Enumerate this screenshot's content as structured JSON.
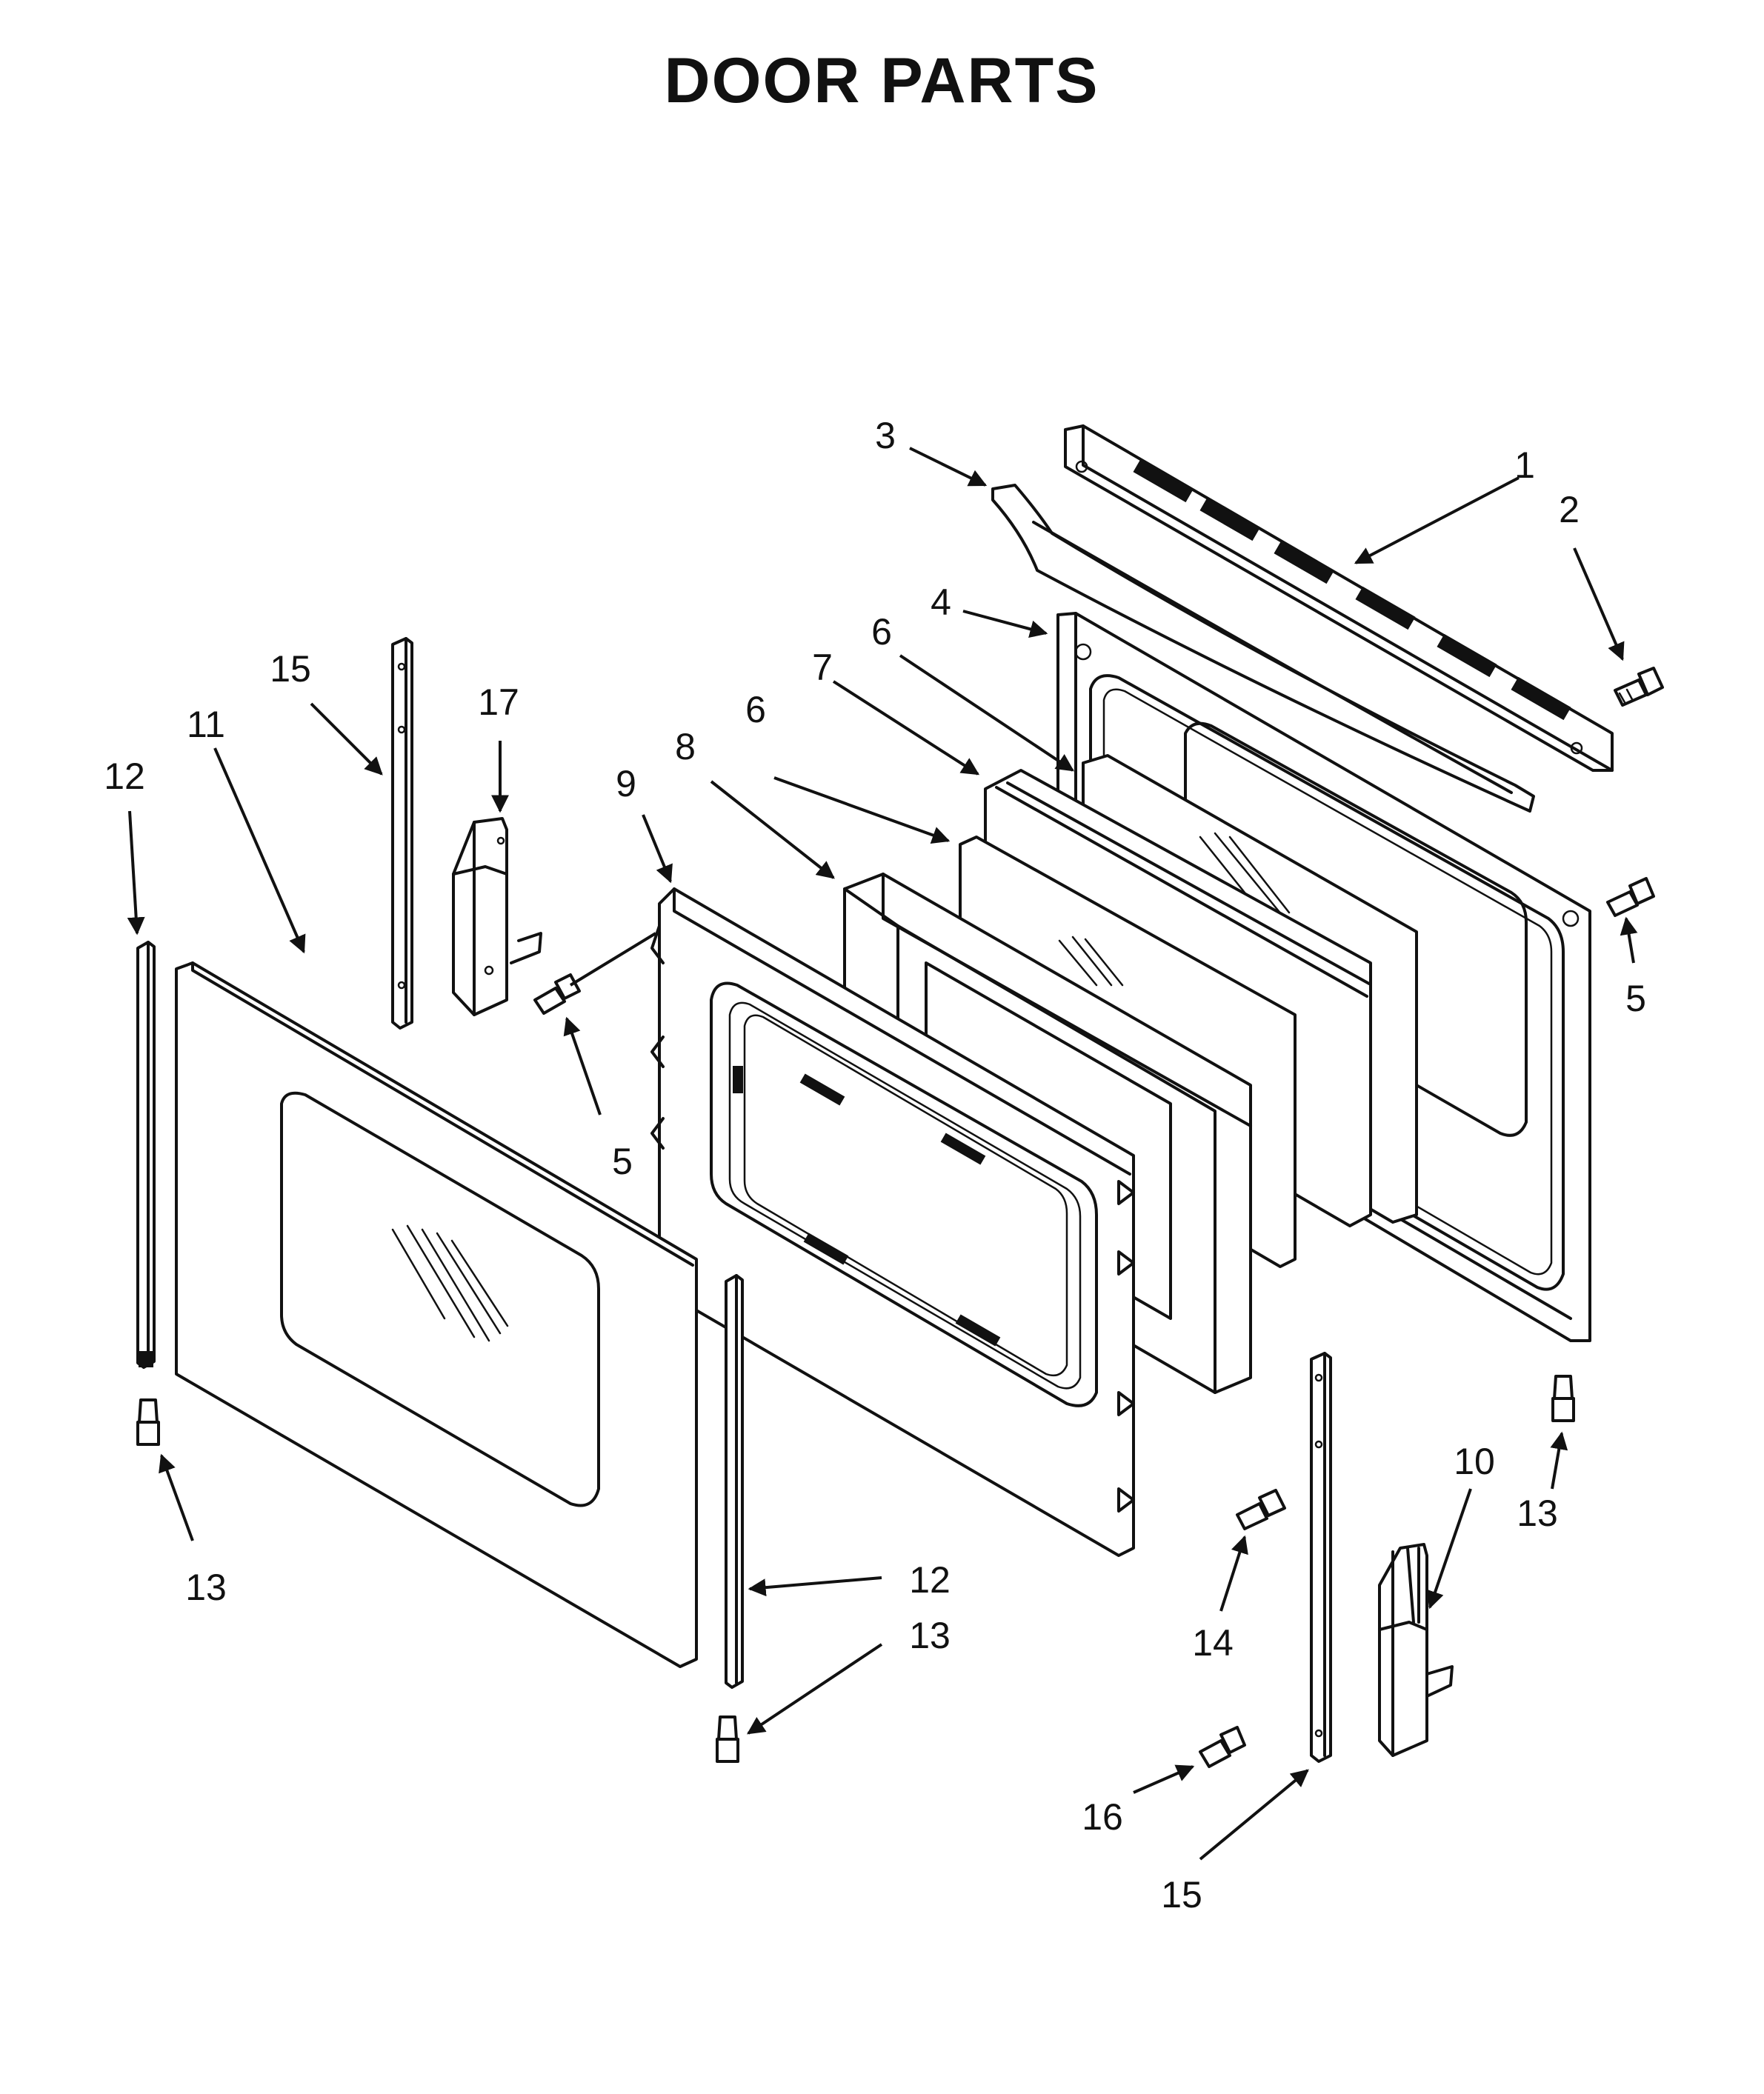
{
  "title": "DOOR PARTS",
  "callouts": [
    {
      "id": "c1",
      "label": "1"
    },
    {
      "id": "c2",
      "label": "2"
    },
    {
      "id": "c3",
      "label": "3"
    },
    {
      "id": "c4",
      "label": "4"
    },
    {
      "id": "c5a",
      "label": "5"
    },
    {
      "id": "c5b",
      "label": "5"
    },
    {
      "id": "c6a",
      "label": "6"
    },
    {
      "id": "c6b",
      "label": "6"
    },
    {
      "id": "c7",
      "label": "7"
    },
    {
      "id": "c8",
      "label": "8"
    },
    {
      "id": "c9",
      "label": "9"
    },
    {
      "id": "c10",
      "label": "10"
    },
    {
      "id": "c11",
      "label": "11"
    },
    {
      "id": "c12a",
      "label": "12"
    },
    {
      "id": "c12b",
      "label": "12"
    },
    {
      "id": "c13a",
      "label": "13"
    },
    {
      "id": "c13b",
      "label": "13"
    },
    {
      "id": "c13c",
      "label": "13"
    },
    {
      "id": "c14",
      "label": "14"
    },
    {
      "id": "c15a",
      "label": "15"
    },
    {
      "id": "c15b",
      "label": "15"
    },
    {
      "id": "c16",
      "label": "16"
    },
    {
      "id": "c17",
      "label": "17"
    }
  ]
}
